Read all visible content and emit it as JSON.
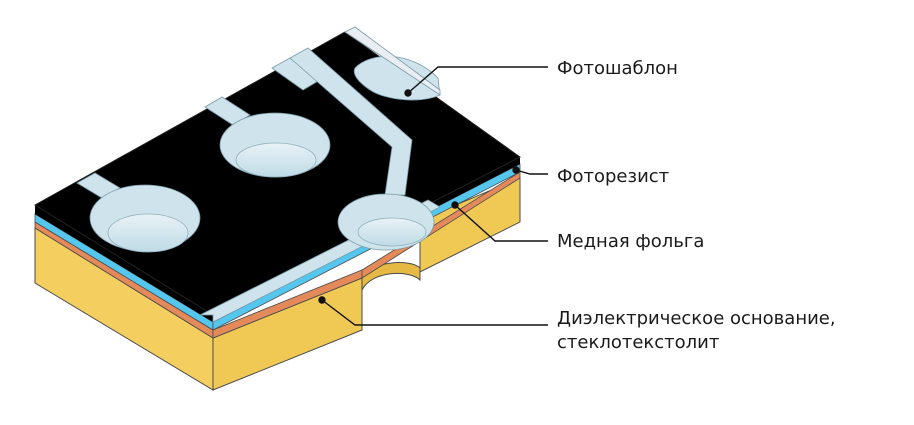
{
  "labels": {
    "photomask": "Фотошаблон",
    "photoresist": "Фоторезист",
    "copper_foil": "Медная фольга",
    "dielectric_line1": "Диэлектрическое основание,",
    "dielectric_line2": "стеклотекстолит"
  },
  "colors": {
    "dielectric": "#f4cf60",
    "dielectric_side": "#e9bf45",
    "copper": "#e48a5a",
    "photoresist": "#55c6ee",
    "photomask": "#000000",
    "transparent_window": "#cfe3ec"
  }
}
